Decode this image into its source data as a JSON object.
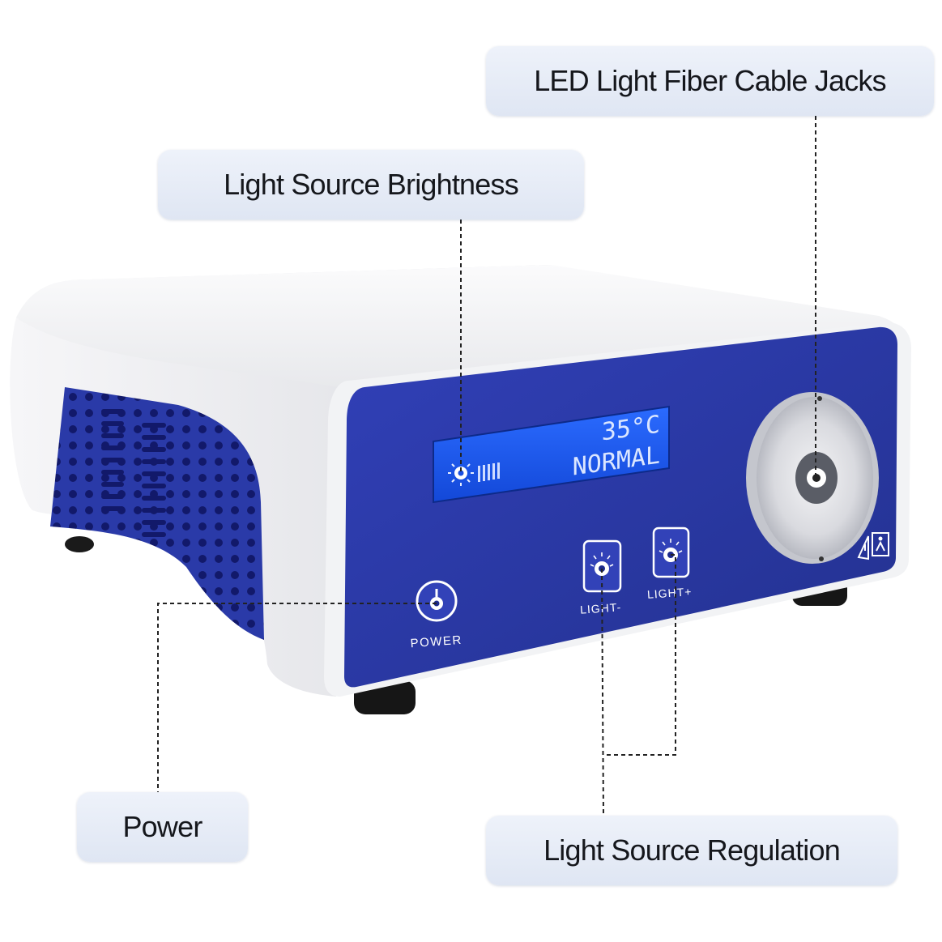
{
  "callouts": {
    "jacks": "LED Light Fiber Cable Jacks",
    "brightness": "Light Source Brightness",
    "power": "Power",
    "regulation": "Light Source Regulation"
  },
  "display": {
    "temperature": "35°C",
    "status": "NORMAL"
  },
  "buttons": {
    "power_label": "POWER",
    "light_minus_label": "LIGHT-",
    "light_plus_label": "LIGHT+"
  },
  "colors": {
    "panel_blue": "#2a3aa8",
    "lcd_blue": "#1f5cf0",
    "body_white": "#f3f4f6"
  },
  "icons": {
    "brightness": "sun-icon",
    "power": "power-icon",
    "warning": "warning-triangle-icon",
    "patient": "patient-type-icon"
  }
}
